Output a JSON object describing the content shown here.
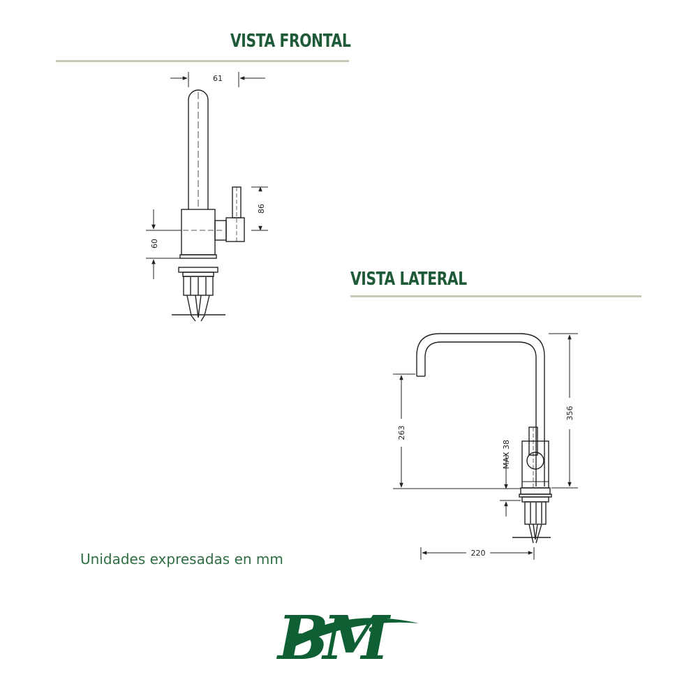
{
  "views": {
    "frontal": {
      "title": "VISTA FRONTAL"
    },
    "lateral": {
      "title": "VISTA LATERAL"
    }
  },
  "dimensions": {
    "frontal": {
      "width": "61",
      "handle_height": "86",
      "base_height": "60"
    },
    "lateral": {
      "spout_height": "263",
      "total_height": "356",
      "max_thickness": "MAX 38",
      "reach": "220"
    }
  },
  "note": "Unidades expresadas en mm",
  "logo": {
    "text": "BM",
    "color": "#0e5f34"
  },
  "colors": {
    "title": "#1e5a38",
    "rule": "#c7c9b6",
    "line": "#222222"
  }
}
